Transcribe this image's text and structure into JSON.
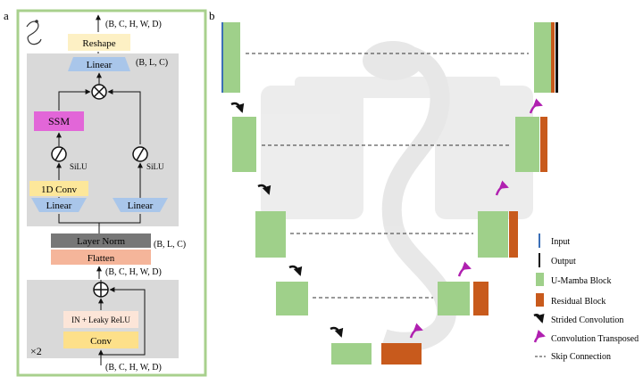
{
  "panel_a": {
    "label": "a",
    "shape_top": "(B, C, H, W, D)",
    "reshape": "Reshape",
    "linear_top": "Linear",
    "shape_blc_top": "(B, L, C)",
    "ssm": "SSM",
    "silu_left": "SiLU",
    "silu_right": "SiLU",
    "conv1d": "1D Conv",
    "linear_left": "Linear",
    "linear_right": "Linear",
    "layer_norm": "Layer Norm",
    "shape_blc_mid": "(B, L, C)",
    "flatten": "Flatten",
    "shape_mid": "(B, C, H, W, D)",
    "in_leaky": "IN + Leaky ReLU",
    "conv": "Conv",
    "repeat": "×2",
    "shape_bottom": "(B, C, H, W, D)"
  },
  "panel_b": {
    "label": "b",
    "legend": [
      {
        "label": "Input",
        "color": "#3b6fb6",
        "kind": "thin"
      },
      {
        "label": "Output",
        "color": "#111111",
        "kind": "thin"
      },
      {
        "label": "U-Mamba Block",
        "color": "#9fd08a",
        "kind": "box"
      },
      {
        "label": "Residual Block",
        "color": "#c85a1c",
        "kind": "box"
      },
      {
        "label": "Strided Convolution",
        "color": "#111111",
        "kind": "arrow"
      },
      {
        "label": "Convolution Transposed",
        "color": "#b020b0",
        "kind": "arrow"
      },
      {
        "label": "Skip Connection",
        "color": "#333333",
        "kind": "dash"
      }
    ]
  },
  "colors": {
    "frame": "#a8d08d",
    "panel_bg": "#d9d9d9",
    "reshape": "#fdf0c4",
    "linear": "#a9c6ea",
    "ssm": "#e266d8",
    "conv1d": "#fde79a",
    "layer_norm": "#777777",
    "flatten": "#f5b59a",
    "in_leaky": "#fce5d8",
    "conv": "#fde08a",
    "umamba": "#9fd08a",
    "residual": "#c85a1c"
  }
}
